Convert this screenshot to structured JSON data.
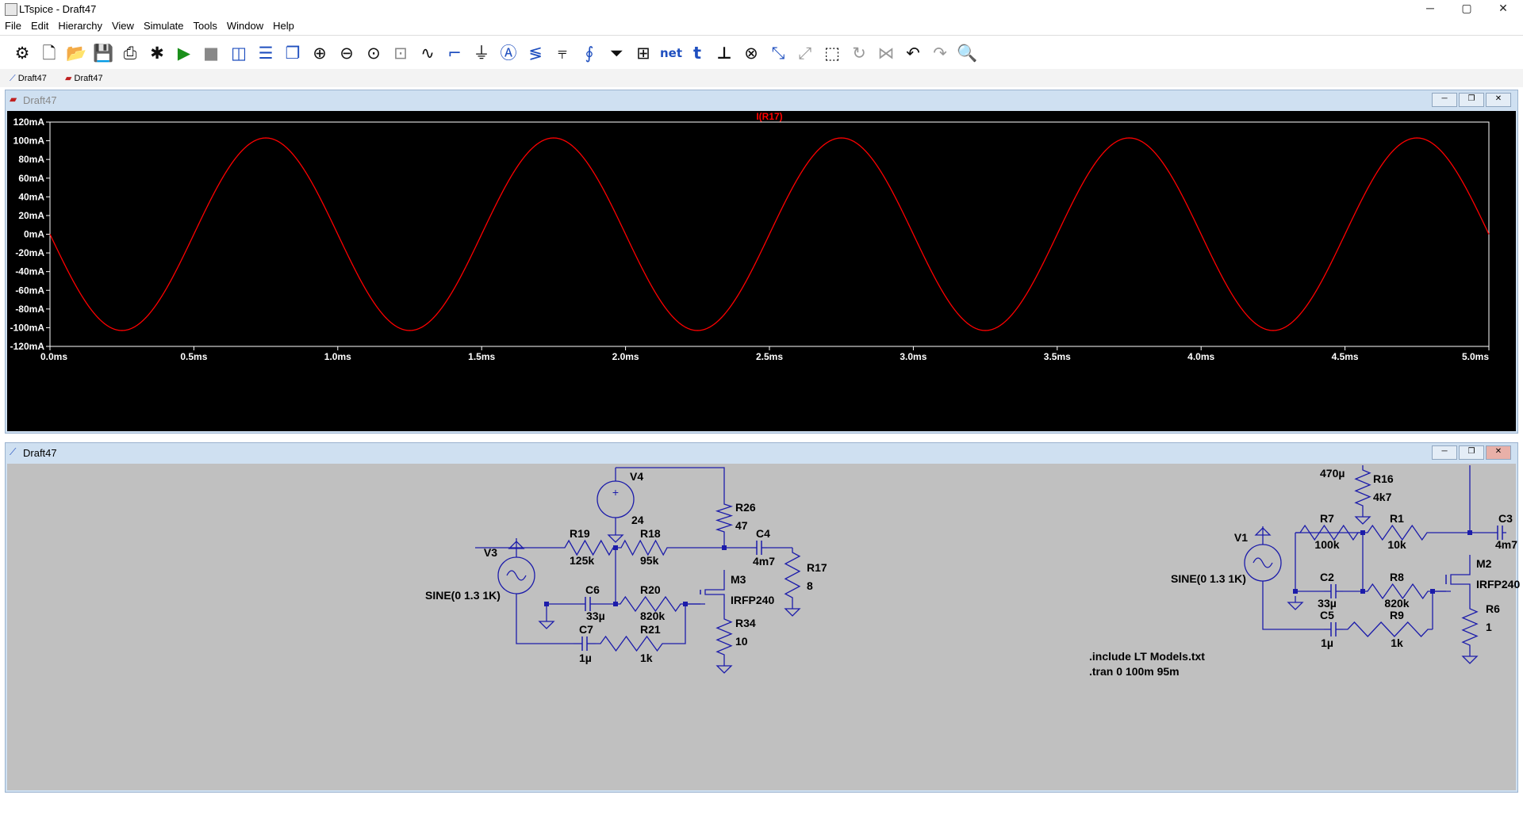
{
  "app": {
    "title": "LTspice - Draft47"
  },
  "menu": [
    "File",
    "Edit",
    "Hierarchy",
    "View",
    "Simulate",
    "Tools",
    "Window",
    "Help"
  ],
  "toolbar": {
    "icons": [
      "settings-icon",
      "new-schematic-icon",
      "open-icon",
      "save-icon",
      "print-icon",
      "control-panel-icon",
      "run-icon",
      "halt-icon",
      "tile-vertical-icon",
      "tile-horizontal-icon",
      "cascade-icon",
      "zoom-in-icon",
      "zoom-out-icon",
      "zoom-fit-icon",
      "autorange-icon",
      "add-trace-icon",
      "wire-icon",
      "ground-icon",
      "label-icon",
      "resistor-icon",
      "capacitor-icon",
      "inductor-icon",
      "diode-icon",
      "component-icon",
      "net-label-icon",
      "text-icon",
      "spice-directive-icon",
      "delete-icon",
      "duplicate-icon",
      "move-icon",
      "drag-icon",
      "rotate-icon",
      "mirror-icon",
      "undo-icon",
      "redo-icon",
      "find-icon"
    ],
    "net_label": "net"
  },
  "tabs": [
    {
      "label": "Draft47",
      "kind": "schematic"
    },
    {
      "label": "Draft47",
      "kind": "waveform"
    }
  ],
  "waveform_window": {
    "title": "Draft47",
    "trace_name": "I(R17)",
    "trace_color": "#ff0000"
  },
  "schematic_window": {
    "title": "Draft47"
  },
  "chart_data": {
    "type": "line",
    "title": "I(R17)",
    "xlabel": "",
    "ylabel": "",
    "xlim": [
      0,
      5
    ],
    "ylim": [
      -120,
      120
    ],
    "x_ticks": [
      "0.0ms",
      "0.5ms",
      "1.0ms",
      "1.5ms",
      "2.0ms",
      "2.5ms",
      "3.0ms",
      "3.5ms",
      "4.0ms",
      "4.5ms",
      "5.0ms"
    ],
    "y_ticks": [
      "120mA",
      "100mA",
      "80mA",
      "60mA",
      "40mA",
      "20mA",
      "0mA",
      "-20mA",
      "-40mA",
      "-60mA",
      "-80mA",
      "-100mA",
      "-120mA"
    ],
    "series": [
      {
        "name": "I(R17)",
        "amplitude_mA": 103,
        "frequency_kHz": 1,
        "phase": "inverted sine",
        "x_range_ms": [
          0,
          5
        ],
        "color": "#ff0000"
      }
    ]
  },
  "schematic": {
    "labels": [
      "V4",
      "24",
      "R26",
      "47",
      "C4",
      "4m7",
      "R17",
      "8",
      "R19",
      "125k",
      "R18",
      "95k",
      "V3",
      "SINE(0 1.3 1K)",
      "C6",
      "33µ",
      "R20",
      "820k",
      "M3",
      "IRFP240",
      "R34",
      "10",
      "C7",
      "1µ",
      "R21",
      "1k",
      "470µ",
      "R16",
      "4k7",
      "R7",
      "100k",
      "R1",
      "10k",
      "C3",
      "4m7",
      "V1",
      "SINE(0 1.3 1K)",
      "C2",
      "33µ",
      "R8",
      "820k",
      "M2",
      "IRFP240",
      "R6",
      "1",
      "C5",
      "1µ",
      "R9",
      "1k"
    ],
    "directives": [
      ".include LT Models.txt",
      ".tran 0 100m 95m"
    ]
  }
}
